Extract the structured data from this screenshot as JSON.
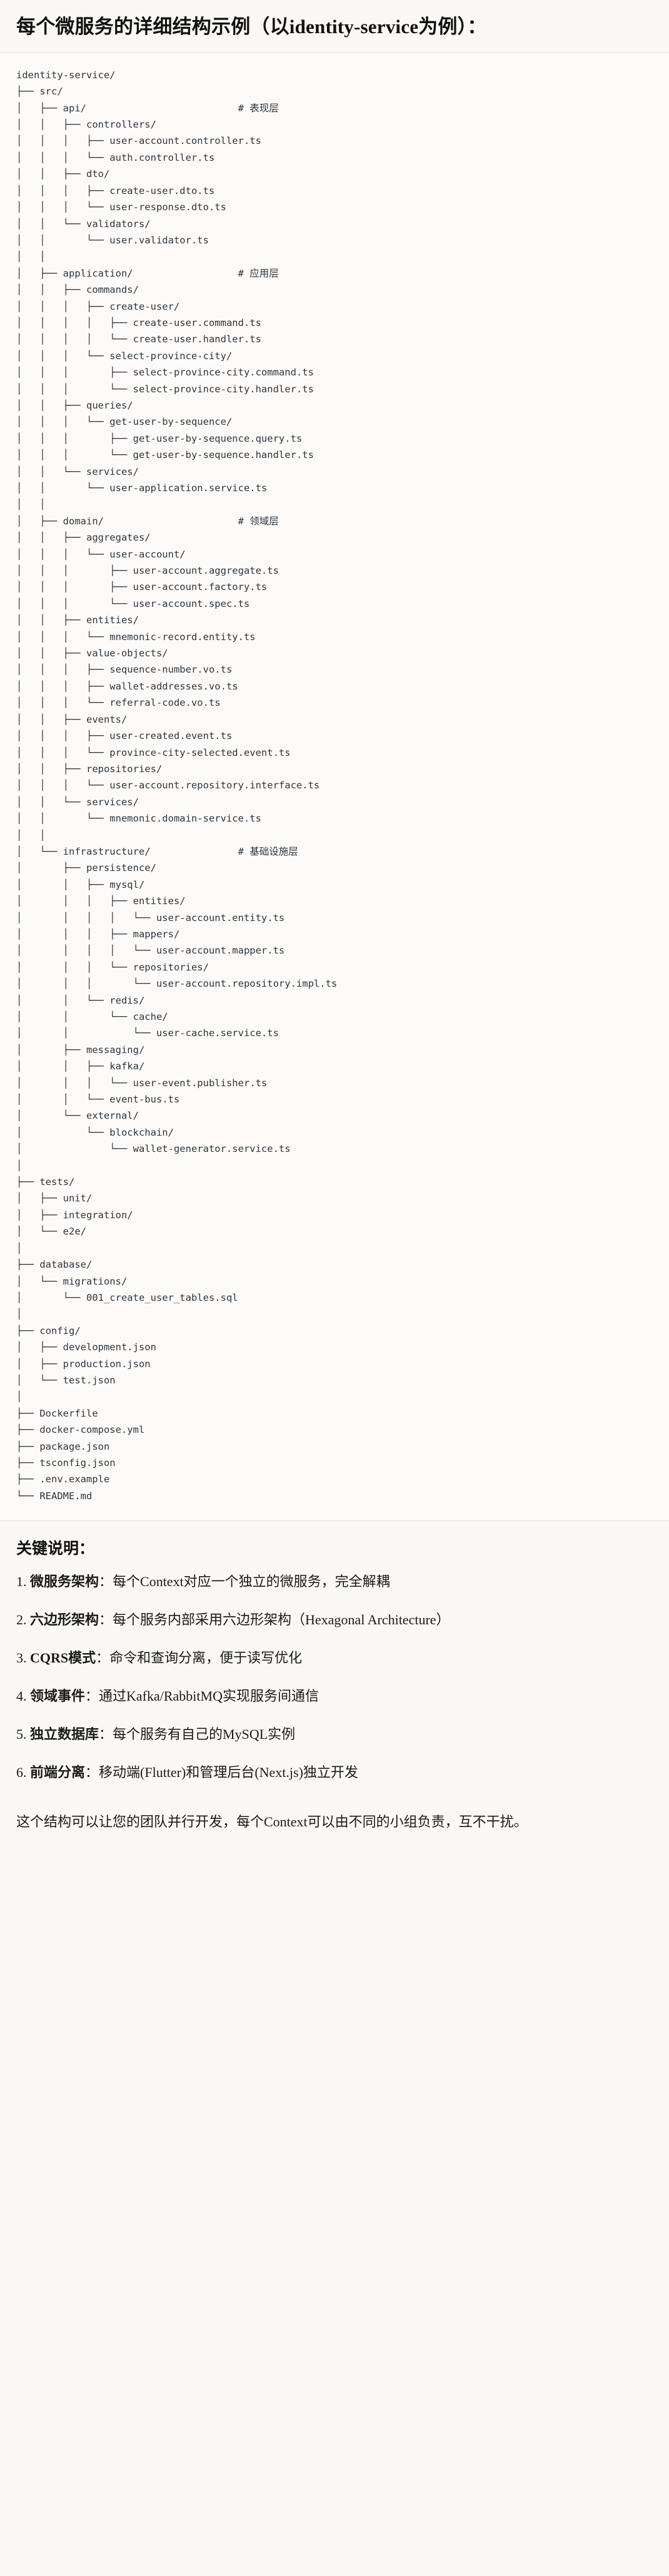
{
  "title": "每个微服务的详细结构示例（以identity-service为例）：",
  "tree": "identity-service/\n├── src/\n│   ├── api/                          # 表现层\n│   │   ├── controllers/\n│   │   │   ├── user-account.controller.ts\n│   │   │   └── auth.controller.ts\n│   │   ├── dto/\n│   │   │   ├── create-user.dto.ts\n│   │   │   └── user-response.dto.ts\n│   │   └── validators/\n│   │       └── user.validator.ts\n│   │\n│   ├── application/                  # 应用层\n│   │   ├── commands/\n│   │   │   ├── create-user/\n│   │   │   │   ├── create-user.command.ts\n│   │   │   │   └── create-user.handler.ts\n│   │   │   └── select-province-city/\n│   │   │       ├── select-province-city.command.ts\n│   │   │       └── select-province-city.handler.ts\n│   │   ├── queries/\n│   │   │   └── get-user-by-sequence/\n│   │   │       ├── get-user-by-sequence.query.ts\n│   │   │       └── get-user-by-sequence.handler.ts\n│   │   └── services/\n│   │       └── user-application.service.ts\n│   │\n│   ├── domain/                       # 领域层\n│   │   ├── aggregates/\n│   │   │   └── user-account/\n│   │   │       ├── user-account.aggregate.ts\n│   │   │       ├── user-account.factory.ts\n│   │   │       └── user-account.spec.ts\n│   │   ├── entities/\n│   │   │   └── mnemonic-record.entity.ts\n│   │   ├── value-objects/\n│   │   │   ├── sequence-number.vo.ts\n│   │   │   ├── wallet-addresses.vo.ts\n│   │   │   └── referral-code.vo.ts\n│   │   ├── events/\n│   │   │   ├── user-created.event.ts\n│   │   │   └── province-city-selected.event.ts\n│   │   ├── repositories/\n│   │   │   └── user-account.repository.interface.ts\n│   │   └── services/\n│   │       └── mnemonic.domain-service.ts\n│   │\n│   └── infrastructure/               # 基础设施层\n│       ├── persistence/\n│       │   ├── mysql/\n│       │   │   ├── entities/\n│       │   │   │   └── user-account.entity.ts\n│       │   │   ├── mappers/\n│       │   │   │   └── user-account.mapper.ts\n│       │   │   └── repositories/\n│       │   │       └── user-account.repository.impl.ts\n│       │   └── redis/\n│       │       └── cache/\n│       │           └── user-cache.service.ts\n│       ├── messaging/\n│       │   ├── kafka/\n│       │   │   └── user-event.publisher.ts\n│       │   └── event-bus.ts\n│       └── external/\n│           └── blockchain/\n│               └── wallet-generator.service.ts\n│\n├── tests/\n│   ├── unit/\n│   ├── integration/\n│   └── e2e/\n│\n├── database/\n│   └── migrations/\n│       └── 001_create_user_tables.sql\n│\n├── config/\n│   ├── development.json\n│   ├── production.json\n│   └── test.json\n│\n├── Dockerfile\n├── docker-compose.yml\n├── package.json\n├── tsconfig.json\n├── .env.example\n└── README.md",
  "notes": {
    "heading": "关键说明：",
    "items": [
      {
        "term": "微服务架构",
        "desc": "：每个Context对应一个独立的微服务，完全解耦"
      },
      {
        "term": "六边形架构",
        "desc": "：每个服务内部采用六边形架构（Hexagonal Architecture）"
      },
      {
        "term": "CQRS模式",
        "desc": "：命令和查询分离，便于读写优化"
      },
      {
        "term": "领域事件",
        "desc": "：通过Kafka/RabbitMQ实现服务间通信"
      },
      {
        "term": "独立数据库",
        "desc": "：每个服务有自己的MySQL实例"
      },
      {
        "term": "前端分离",
        "desc": "：移动端(Flutter)和管理后台(Next.js)独立开发"
      }
    ],
    "closing": "这个结构可以让您的团队并行开发，每个Context可以由不同的小组负责，互不干扰。"
  }
}
